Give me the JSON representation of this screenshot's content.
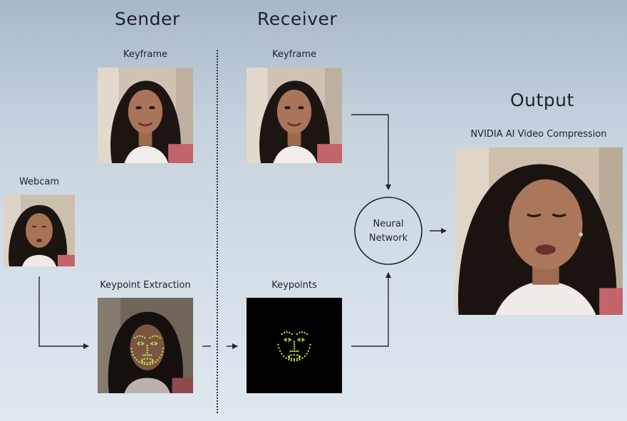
{
  "headings": {
    "sender": "Sender",
    "receiver": "Receiver",
    "output": "Output"
  },
  "labels": {
    "sender_keyframe": "Keyframe",
    "receiver_keyframe": "Keyframe",
    "webcam": "Webcam",
    "keypoint_extraction": "Keypoint Extraction",
    "keypoints": "Keypoints",
    "output_caption": "NVIDIA AI Video Compression"
  },
  "neural_network": {
    "line1": "Neural",
    "line2": "Network"
  },
  "colors": {
    "keypoint_dots": "#b8e24a",
    "arrows": "#23272b",
    "keypoint_background": "#000000"
  }
}
